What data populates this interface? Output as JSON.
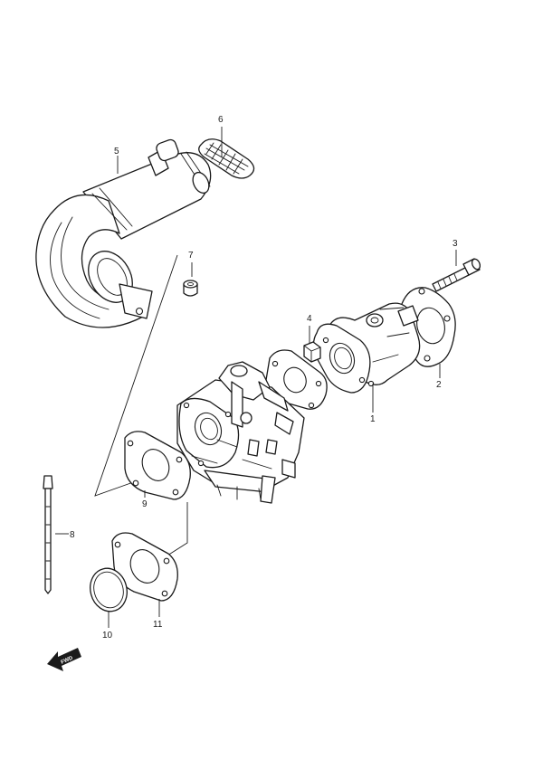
{
  "diagram": {
    "callouts": [
      {
        "id": "1",
        "label": "1"
      },
      {
        "id": "2",
        "label": "2"
      },
      {
        "id": "3",
        "label": "3"
      },
      {
        "id": "4",
        "label": "4"
      },
      {
        "id": "5",
        "label": "5"
      },
      {
        "id": "6",
        "label": "6"
      },
      {
        "id": "7",
        "label": "7"
      },
      {
        "id": "8",
        "label": "8"
      },
      {
        "id": "9",
        "label": "9"
      },
      {
        "id": "10",
        "label": "10"
      },
      {
        "id": "11",
        "label": "11"
      }
    ],
    "direction_marker": {
      "label": "FWD",
      "icon": "forward-arrow-icon"
    },
    "colors": {
      "line": "#1a1a1a",
      "background": "#ffffff"
    }
  }
}
